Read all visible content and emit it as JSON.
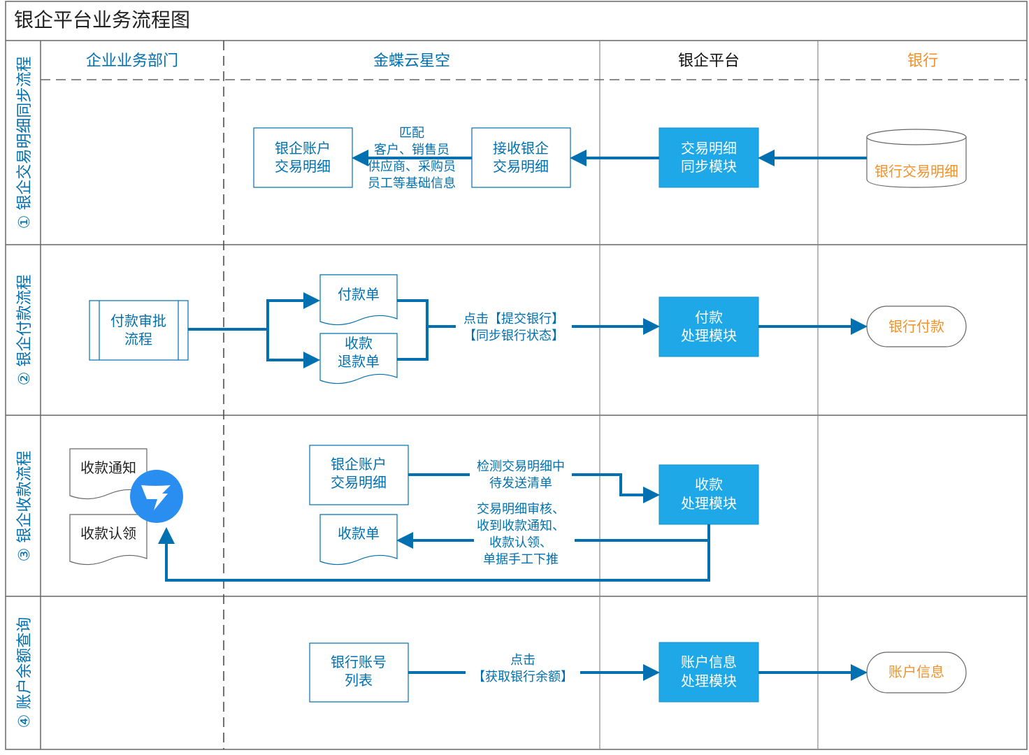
{
  "title": "银企平台业务流程图",
  "colors": {
    "accent": "#0070B0",
    "module_fill": "#1EA8E8",
    "bank_orange": "#F0922B",
    "border": "#666666",
    "dingtalk_blue": "#2A8EF0"
  },
  "columns": {
    "enterprise": "企业业务部门",
    "kingdee": "金蝶云星空",
    "platform": "银企平台",
    "bank": "银行"
  },
  "lanes": {
    "lane1": "① 银企交易明细同步流程",
    "lane2": "② 银企付款流程",
    "lane3": "③ 银企收款流程",
    "lane4": "④ 账户余额查询"
  },
  "lane1": {
    "bank_db": "银行交易明细",
    "sync_module": [
      "交易明细",
      "同步模块"
    ],
    "receive": [
      "接收银企",
      "交易明细"
    ],
    "account_detail": [
      "银企账户",
      "交易明细"
    ],
    "match_label": [
      "匹配",
      "客户、销售员",
      "供应商、采购员",
      "员工等基础信息"
    ]
  },
  "lane2": {
    "approval": [
      "付款审批",
      "流程"
    ],
    "pay_doc": "付款单",
    "refund_doc": [
      "收款",
      "退款单"
    ],
    "action_label": [
      "点击【提交银行】",
      "【同步银行状态】"
    ],
    "pay_module": [
      "付款",
      "处理模块"
    ],
    "bank_pay": "银行付款"
  },
  "lane3": {
    "notice": "收款通知",
    "claim": "收款认领",
    "account_detail": [
      "银企账户",
      "交易明细"
    ],
    "detect_label": [
      "检测交易明细中",
      "待发送清单"
    ],
    "receipt_module": [
      "收款",
      "处理模块"
    ],
    "receipt_doc": "收款单",
    "review_label": [
      "交易明细审核、",
      "收到收款通知、",
      "收款认领、",
      "单据手工下推"
    ]
  },
  "lane4": {
    "account_list": [
      "银行账号",
      "列表"
    ],
    "fetch_label": [
      "点击",
      "【获取银行余额】"
    ],
    "info_module": [
      "账户信息",
      "处理模块"
    ],
    "account_info": "账户信息"
  }
}
